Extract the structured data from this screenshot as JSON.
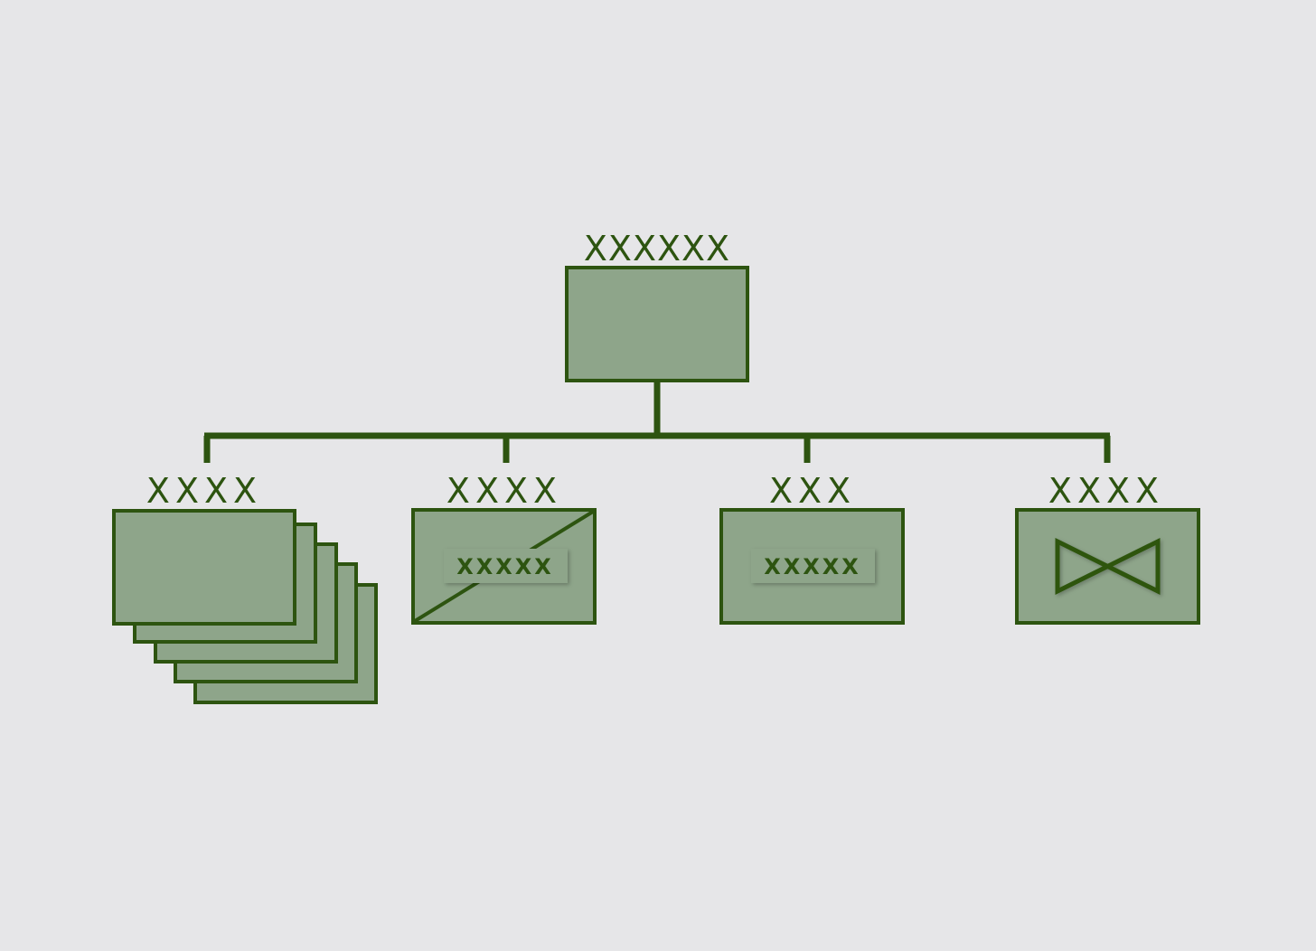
{
  "colors": {
    "background": "#e6e6e8",
    "stroke": "#2d5410",
    "box_fill": "#8ea58a",
    "label_fill": "#2d5410"
  },
  "diagram": {
    "root": {
      "label": "XXXXXX",
      "icon": "rectangle"
    },
    "children": [
      {
        "label": "XXXX",
        "icon": "stacked-rectangles"
      },
      {
        "label": "XXXX",
        "icon": "diagonal-slash",
        "inner_label": "XXXXX"
      },
      {
        "label": "XXX",
        "icon": "plain",
        "inner_label": "XXXXX"
      },
      {
        "label": "XXXX",
        "icon": "bowtie"
      }
    ]
  }
}
